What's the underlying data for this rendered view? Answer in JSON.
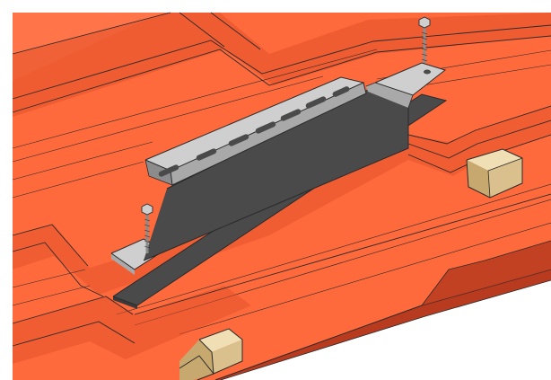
{
  "colors": {
    "background": "#ffffff",
    "roof_orange": "#ff6a3d",
    "roof_rib_highlight": "#ff8a60",
    "roof_shadow": "#e4502a",
    "roof_underside": "#b83a1f",
    "outline": "#2a2a2a",
    "bracket_light": "#cfcfcf",
    "bracket_mid": "#a9a9a9",
    "bracket_dark": "#8c8c8c",
    "gasket": "#4a4a4a",
    "gasket_dark": "#3a3a3a",
    "wood_top": "#f0dfb4",
    "wood_front": "#d9c08c",
    "wood_side": "#c7a86e"
  },
  "parts": {
    "roof": "corrugated-metal-roof-sheet",
    "bracket": "slotted-mounting-rail-bracket",
    "gasket": "rubber-sealing-strip",
    "screws": "hex-head-fastening-screws",
    "battens": "wooden-roof-battens"
  }
}
